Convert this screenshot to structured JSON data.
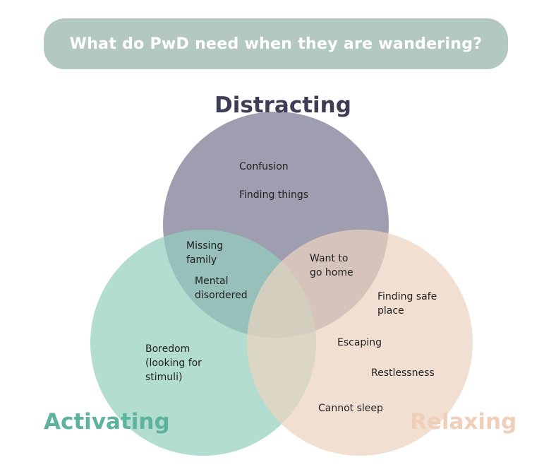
{
  "title": "What do PwD need when they are wandering?",
  "colors": {
    "title_background": "#b3c8c0",
    "distracting": "#9b9aac",
    "activating": "#a9d8cb",
    "relaxing": "#efd9cb",
    "distracting_label": "#3d3d55",
    "activating_label": "#5db39b",
    "relaxing_label": "#efcfb9"
  },
  "sets": {
    "distracting": "Distracting",
    "activating": "Activating",
    "relaxing": "Relaxing"
  },
  "items": {
    "confusion": "Confusion",
    "finding_things": "Finding things",
    "missing_family": "Missing\nfamily",
    "mental_disordered": "Mental\ndisordered",
    "want_to_go_home": "Want to\ngo home",
    "finding_safe_place": "Finding safe\nplace",
    "escaping": "Escaping",
    "restlessness": "Restlessness",
    "cannot_sleep": "Cannot sleep",
    "boredom": "Boredom\n(looking for\nstimuli)"
  }
}
